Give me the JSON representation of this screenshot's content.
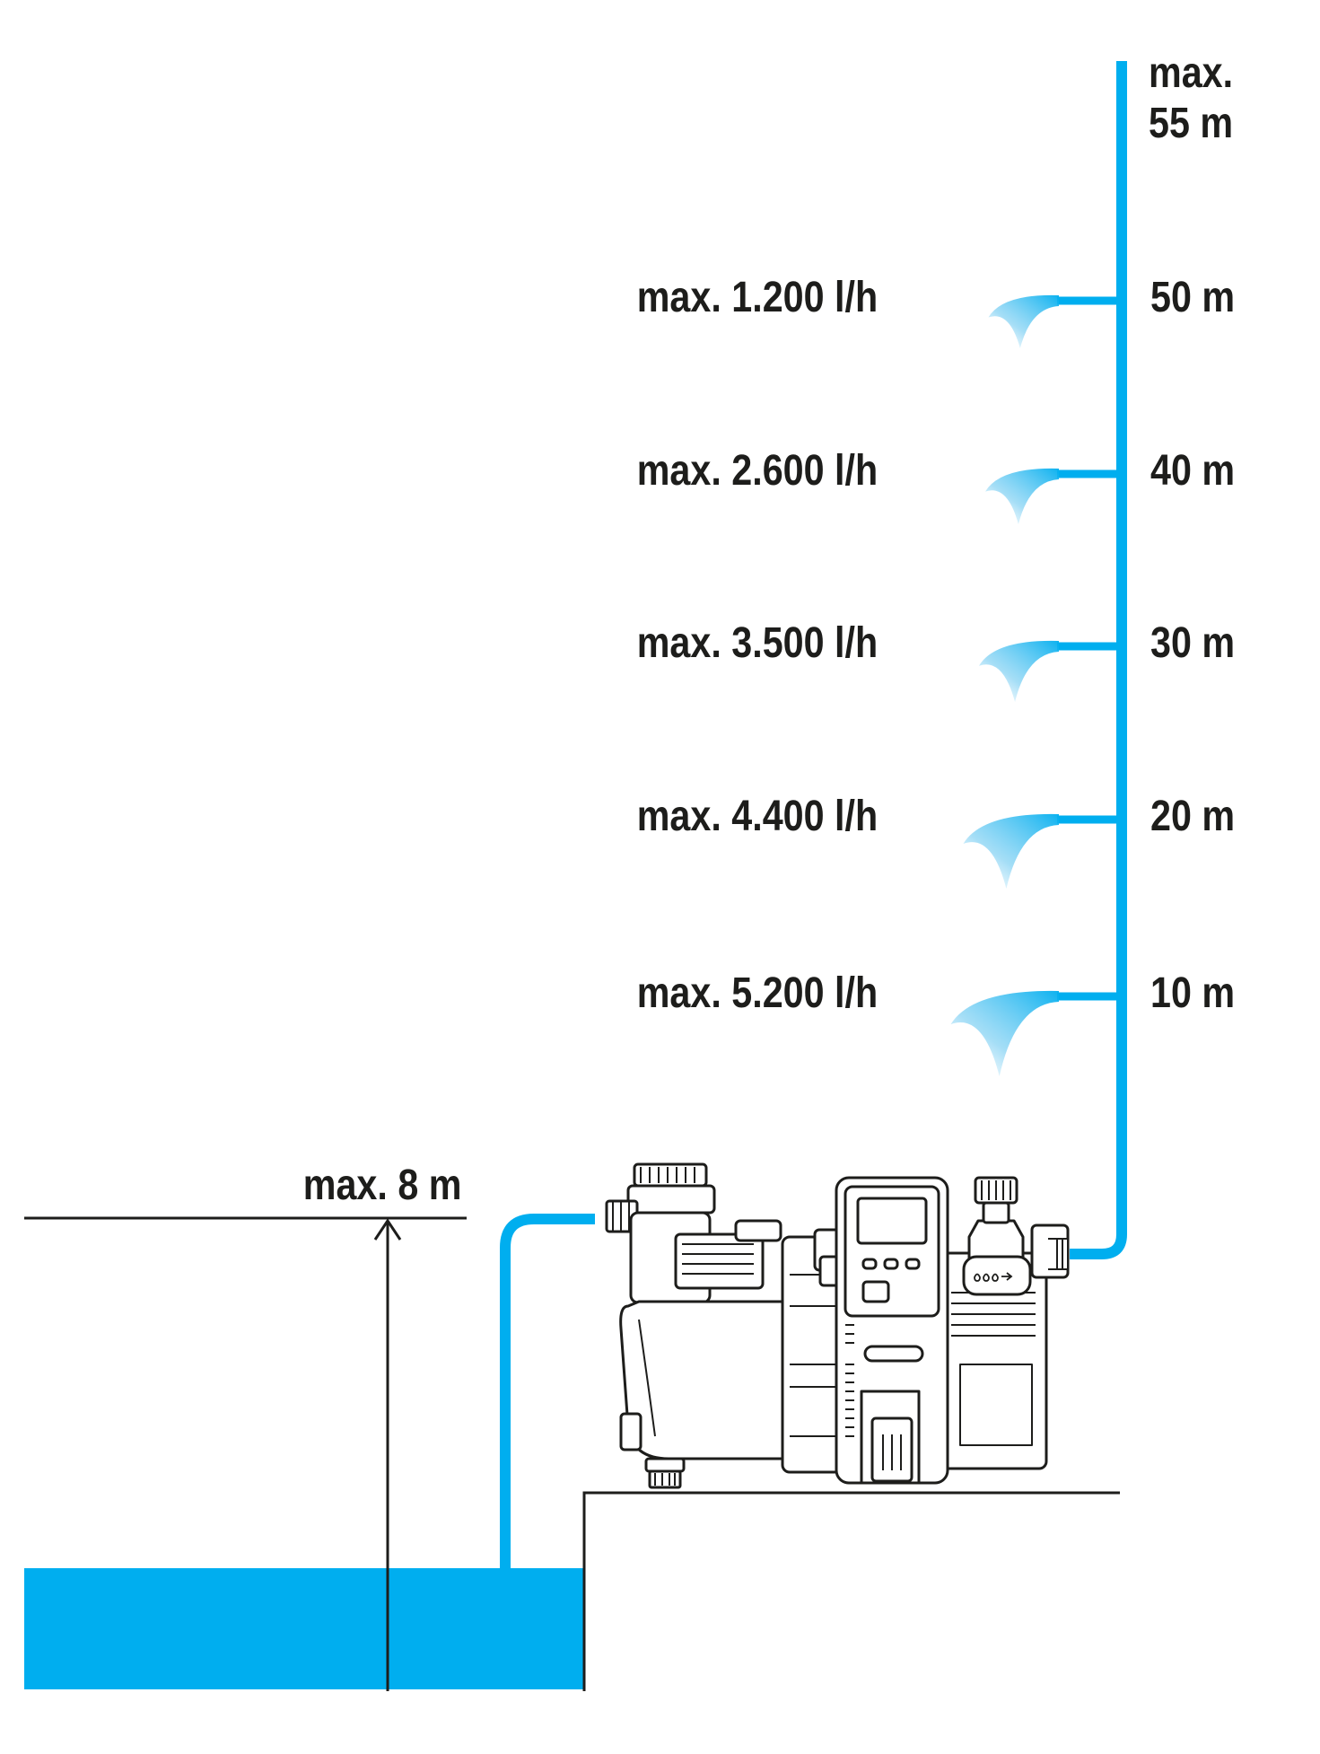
{
  "colors": {
    "water": "#00aeef",
    "ink": "#1d1d1b",
    "spray": "#8fd4f4",
    "background": "#ffffff"
  },
  "outlet": {
    "label_line1": "max.",
    "label_line2": "55 m"
  },
  "suction": {
    "label": "max. 8 m"
  },
  "levels": [
    {
      "height": "50 m",
      "flow": "max. 1.200 l/h"
    },
    {
      "height": "40 m",
      "flow": "max. 2.600 l/h"
    },
    {
      "height": "30 m",
      "flow": "max. 3.500 l/h"
    },
    {
      "height": "20 m",
      "flow": "max. 4.400 l/h"
    },
    {
      "height": "10 m",
      "flow": "max. 5.200 l/h"
    }
  ],
  "pump": {
    "icon": "garden-pump-icon",
    "display_icon": "lcd-display-icon",
    "water-flow-symbol": "water-flow-icon"
  }
}
